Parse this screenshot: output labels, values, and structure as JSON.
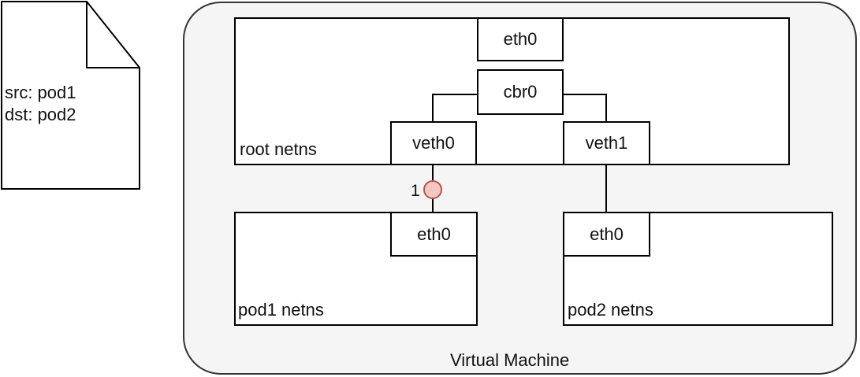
{
  "packet": {
    "src_line": "src: pod1",
    "dst_line": "dst: pod2"
  },
  "vm": {
    "label": "Virtual Machine"
  },
  "root_ns": {
    "label": "root netns",
    "eth0": "eth0",
    "cbr0": "cbr0",
    "veth0": "veth0",
    "veth1": "veth1"
  },
  "pod1": {
    "label": "pod1 netns",
    "eth0": "eth0"
  },
  "pod2": {
    "label": "pod2 netns",
    "eth0": "eth0"
  },
  "step_marker": {
    "number": "1",
    "color": "#f4c7c3",
    "stroke": "#b85450"
  }
}
